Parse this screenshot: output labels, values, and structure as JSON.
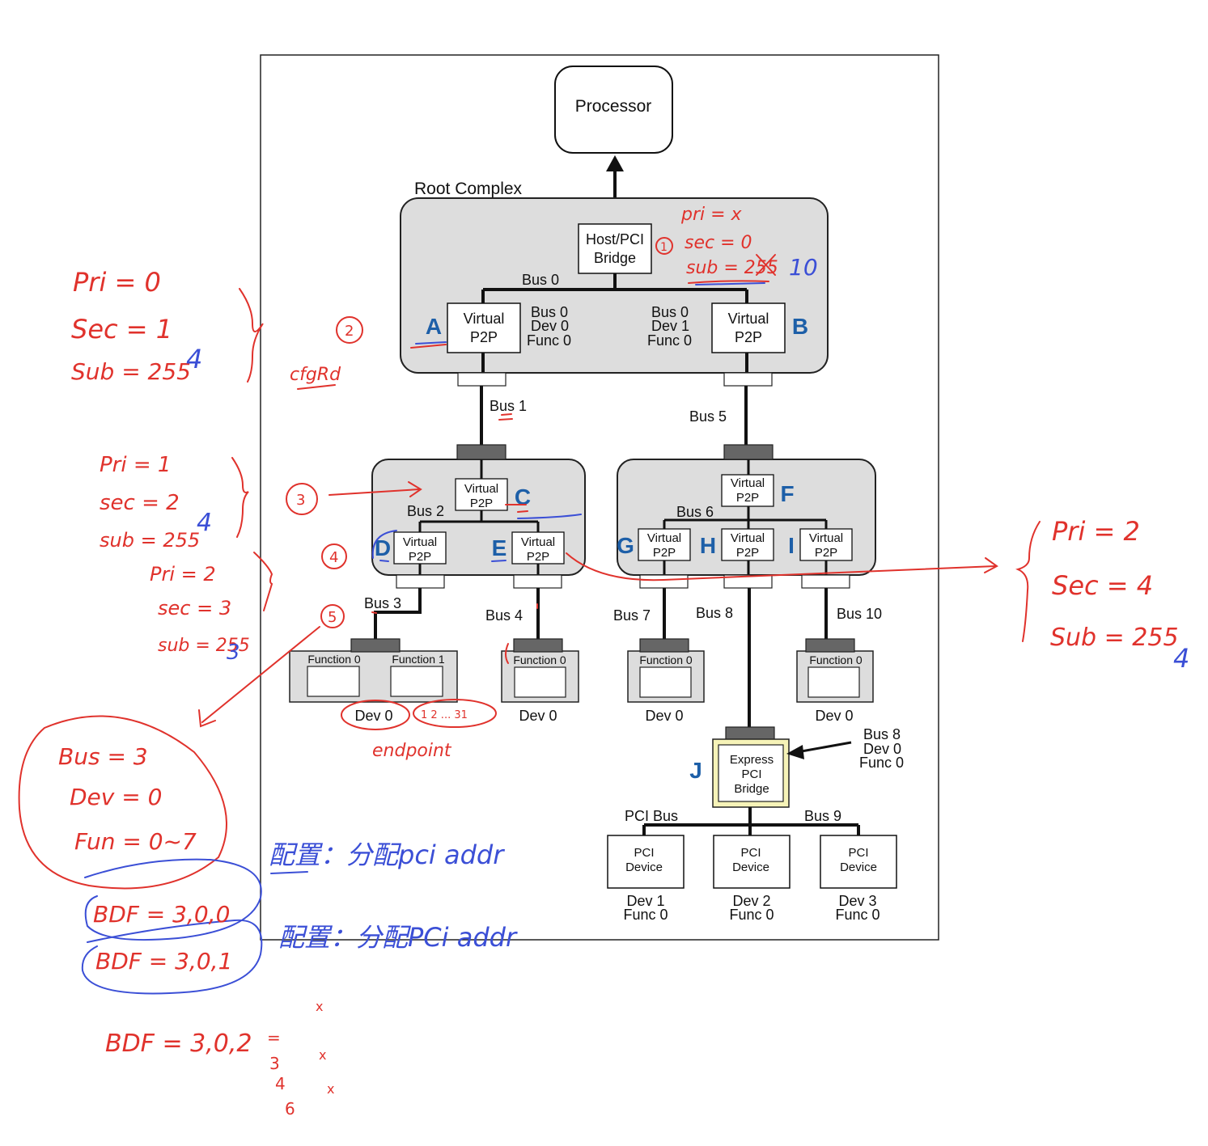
{
  "diagram": {
    "processor": "Processor",
    "root_complex": "Root Complex",
    "host_bridge": [
      "Host/PCI",
      "Bridge"
    ],
    "virtual": "Virtual",
    "p2p": "P2P",
    "letters": {
      "A": "A",
      "B": "B",
      "C": "C",
      "D": "D",
      "E": "E",
      "F": "F",
      "G": "G",
      "H": "H",
      "I": "I",
      "J": "J"
    },
    "buses": {
      "bus0": "Bus 0",
      "bus1": "Bus 1",
      "bus2": "Bus 2",
      "bus3": "Bus 3",
      "bus4": "Bus 4",
      "bus5": "Bus 5",
      "bus6": "Bus 6",
      "bus7": "Bus 7",
      "bus8": "Bus 8",
      "bus10": "Bus 10",
      "bus9": "Bus 9",
      "pci_bus": "PCI Bus"
    },
    "bdf_A": [
      "Bus 0",
      "Dev 0",
      "Func 0"
    ],
    "bdf_B": [
      "Bus 0",
      "Dev 1",
      "Func 0"
    ],
    "bdf_J": [
      "Bus 8",
      "Dev 0",
      "Func 0"
    ],
    "function0": "Function 0",
    "function1": "Function 1",
    "dev0": "Dev 0",
    "express_bridge": [
      "Express",
      "PCI",
      "Bridge"
    ],
    "pci_device": [
      "PCI",
      "Device"
    ],
    "pci_dev_labels": [
      [
        "Dev 1",
        "Func 0"
      ],
      [
        "Dev 2",
        "Func 0"
      ],
      [
        "Dev 3",
        "Func 0"
      ]
    ]
  },
  "annotations": {
    "host": [
      "pri = x",
      "sec = 0",
      "sub = 255",
      "10"
    ],
    "step1": "1",
    "step2": "2",
    "cfgrd": "cfgRd",
    "step3": "3",
    "step4": "4",
    "step5": "5",
    "left_A": [
      "Pri = 0",
      "Sec = 1",
      "Sub = 255",
      "4"
    ],
    "left_C": [
      "Pri = 1",
      "sec = 2",
      "sub = 255",
      "4"
    ],
    "left_D": [
      "Pri = 2",
      "sec = 3",
      "sub = 255",
      "3"
    ],
    "right_F": [
      "Pri = 2",
      "Sec = 4",
      "Sub = 255",
      "4"
    ],
    "endpoint": "endpoint",
    "func_range": "1 2 ... 31",
    "circle_bus": [
      "Bus = 3",
      "Dev = 0",
      "Fun = 0~7"
    ],
    "bdf1": "BDF = 3,0,0",
    "bdf2": "BDF = 3,0,1",
    "note1": "配置：分配pci addr",
    "note2": "配置：分配PCi addr",
    "bdf_list": [
      "BDF = 3,0,2",
      "=",
      "3",
      "4",
      "6"
    ],
    "x_marks": [
      "x",
      "x",
      "x"
    ]
  },
  "colors": {
    "line": "#111111",
    "box_fill": "#dddddd",
    "box_stroke": "#222222",
    "connector": "#666666",
    "letter_blue": "#1d5fa8",
    "ink_red": "#e0322c",
    "ink_blue": "#3b4fd6",
    "bridge_yellow": "#f6f3b8"
  }
}
